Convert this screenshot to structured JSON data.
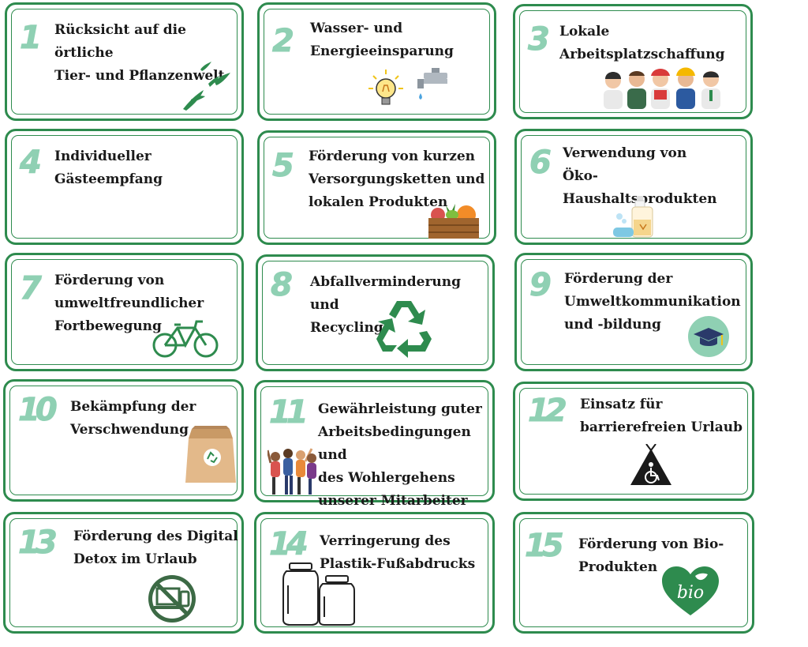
{
  "cards": [
    {
      "number": "1",
      "title": "Rücksicht auf die örtliche\nTier- und Pflanzenwelt",
      "icon": "birds-icon"
    },
    {
      "number": "2",
      "title": "Wasser- und\nEnergieeinsparung",
      "icon": "lightbulb-faucet-icon"
    },
    {
      "number": "3",
      "title": "Lokale\nArbeitsplatzschaffung",
      "icon": "workers-icon"
    },
    {
      "number": "4",
      "title": "Individueller\nGästeempfang",
      "icon": ""
    },
    {
      "number": "5",
      "title": "Förderung von kurzen\nVersorgungsketten und\nlokalen Produkten",
      "icon": "vegetable-crate-icon"
    },
    {
      "number": "6",
      "title": "Verwendung von\nÖko-Haushaltsprodukten",
      "icon": "soap-products-icon"
    },
    {
      "number": "7",
      "title": "Förderung von\numweltfreundlicher\nFortbewegung",
      "icon": "bicycle-icon"
    },
    {
      "number": "8",
      "title": "Abfallverminderung und\nRecycling",
      "icon": "recycle-icon"
    },
    {
      "number": "9",
      "title": "Förderung der\nUmweltkommunikation\nund -bildung",
      "icon": "graduation-cap-icon"
    },
    {
      "number": "10",
      "title": "Bekämpfung der\nVerschwendung",
      "icon": "paper-bag-icon"
    },
    {
      "number": "11",
      "title": "Gewährleistung guter\nArbeitsbedingungen und\ndes Wohlergehens\nunserer Mitarbeiter",
      "icon": "happy-team-icon"
    },
    {
      "number": "12",
      "title": "Einsatz für\nbarrierefreien Urlaub",
      "icon": "accessibility-tent-icon"
    },
    {
      "number": "13",
      "title": "Förderung des Digital\nDetox im Urlaub",
      "icon": "no-devices-icon"
    },
    {
      "number": "14",
      "title": "Verringerung des\nPlastik-Fußabdrucks",
      "icon": "glass-jars-icon"
    },
    {
      "number": "15",
      "title": "Förderung von Bio-\nProdukten",
      "icon": "bio-heart-icon"
    }
  ],
  "badges": {
    "bio_text": "bio"
  },
  "colors": {
    "border": "#2e8b4e",
    "number": "#8fd0b3",
    "text": "#1a1a1a"
  }
}
